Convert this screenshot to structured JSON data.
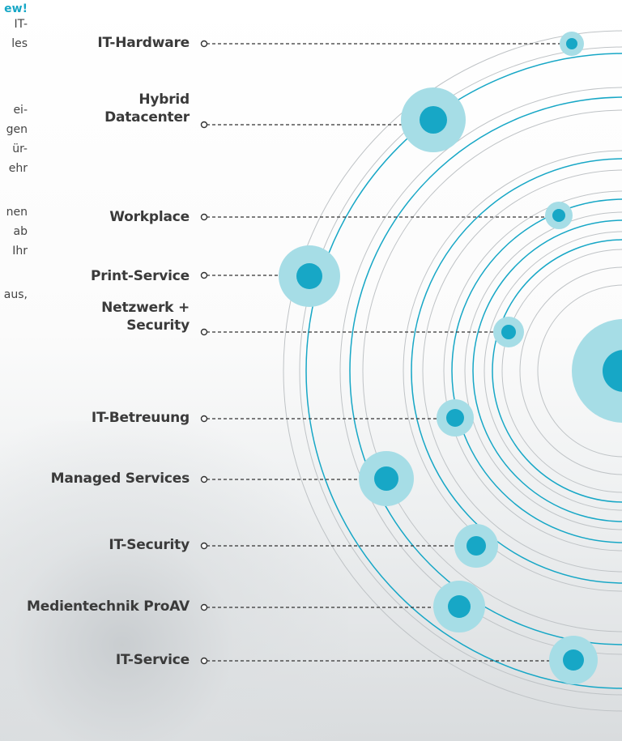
{
  "left_text_fragments": [
    "ew!",
    "IT-",
    "les",
    "ei-",
    "gen",
    "ür-",
    "ehr",
    "nen",
    "ab",
    "Ihr",
    "aus,"
  ],
  "colors": {
    "accent": "#17a7c6",
    "halo": "#a6dde6",
    "ring_light": "#bfc3c6",
    "text": "#3a3a3a"
  },
  "services": [
    {
      "label": "IT-Hardware"
    },
    {
      "label": "Hybrid Datacenter"
    },
    {
      "label": "Workplace"
    },
    {
      "label": "Print-Service"
    },
    {
      "label": "Netzwerk + Security"
    },
    {
      "label": "IT-Betreuung"
    },
    {
      "label": "Managed Services"
    },
    {
      "label": "IT-Security"
    },
    {
      "label": "Medientechnik ProAV"
    },
    {
      "label": "IT-Service"
    }
  ]
}
